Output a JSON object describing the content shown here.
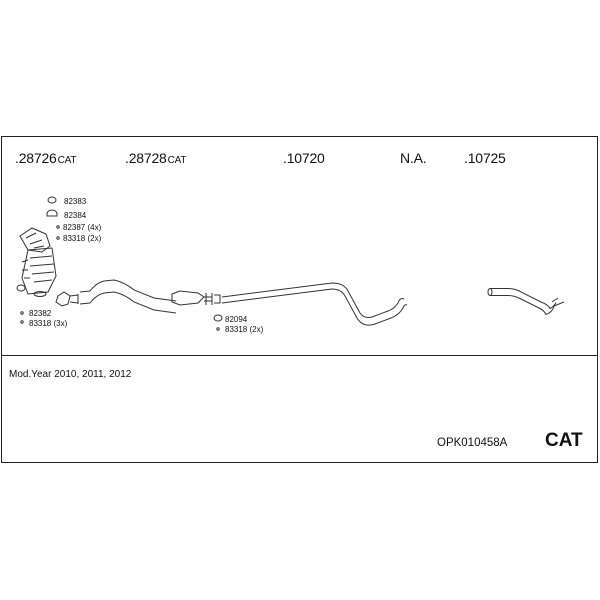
{
  "parts": [
    {
      "number": ".28726",
      "suffix": "CAT"
    },
    {
      "number": ".28728",
      "suffix": "CAT"
    },
    {
      "number": ".10720",
      "suffix": ""
    },
    {
      "number": "N.A.",
      "suffix": ""
    },
    {
      "number": ".10725",
      "suffix": ""
    }
  ],
  "fittings": {
    "f1": "82383",
    "f2": "82384",
    "f3": "82387 (4x)",
    "f4": "83318 (2x)",
    "f5": "82382",
    "f6": "83318 (3x)",
    "f7": "82094",
    "f8": "83318 (2x)"
  },
  "model_year": "Mod.Year 2010, 2011, 2012",
  "kit_code": "OPK010458A",
  "kit_type": "CAT"
}
